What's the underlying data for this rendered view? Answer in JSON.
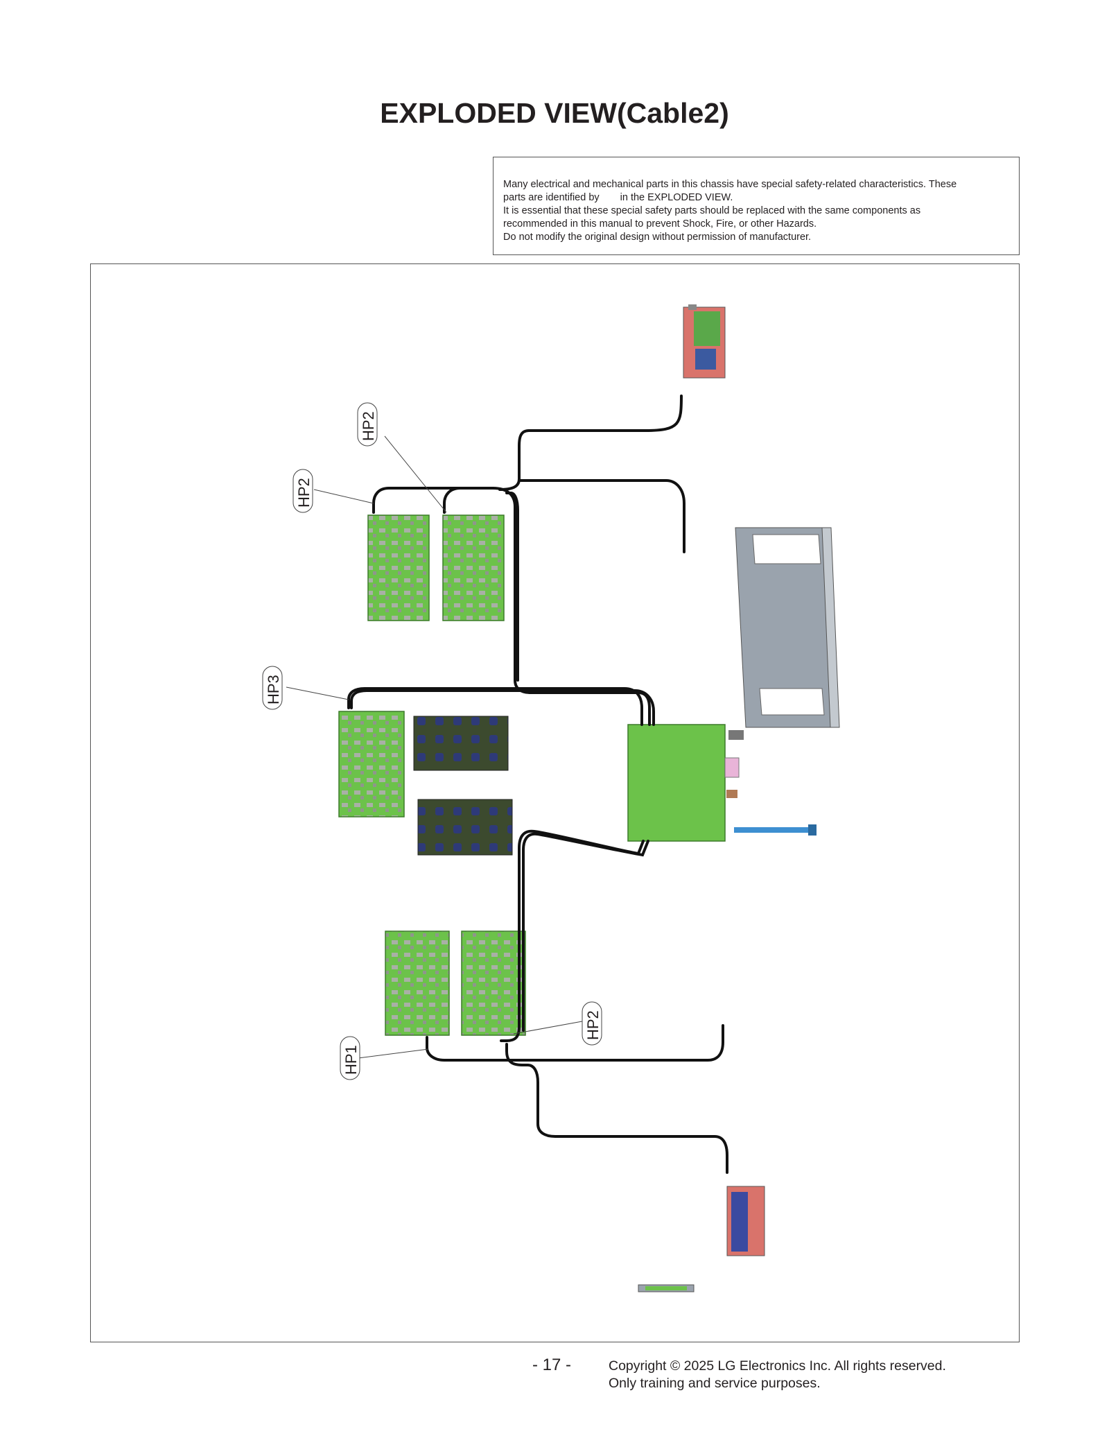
{
  "page": {
    "title": "EXPLODED VIEW(Cable2)"
  },
  "notice": {
    "line1": "Many electrical and mechanical parts in this chassis have special safety-related characteristics. These",
    "line2_before": "parts are identified by",
    "line2_after": "in the EXPLODED VIEW.",
    "line3": "It is essential that these special safety parts should be replaced with the same components as",
    "line4": "recommended in this manual to prevent Shock, Fire, or other Hazards.",
    "line5": "Do not modify the original design without permission of manufacturer."
  },
  "callouts": {
    "hp2_top": "HP2",
    "hp2_left": "HP2",
    "hp3": "HP3",
    "hp1": "HP1",
    "hp2_bottom": "HP2"
  },
  "footer": {
    "page_number": "- 17 -",
    "copyright_line1": "Copyright © 2025 LG Electronics Inc. All rights reserved.",
    "copyright_line2": "Only training and service purposes."
  },
  "colors": {
    "board_green": "#6cc24a",
    "board_dark": "#3a4a2a",
    "chassis_grey": "#9aa3ad",
    "cable": "#111111",
    "module_red": "#d9736b",
    "module_blue": "#3b4aa0"
  }
}
